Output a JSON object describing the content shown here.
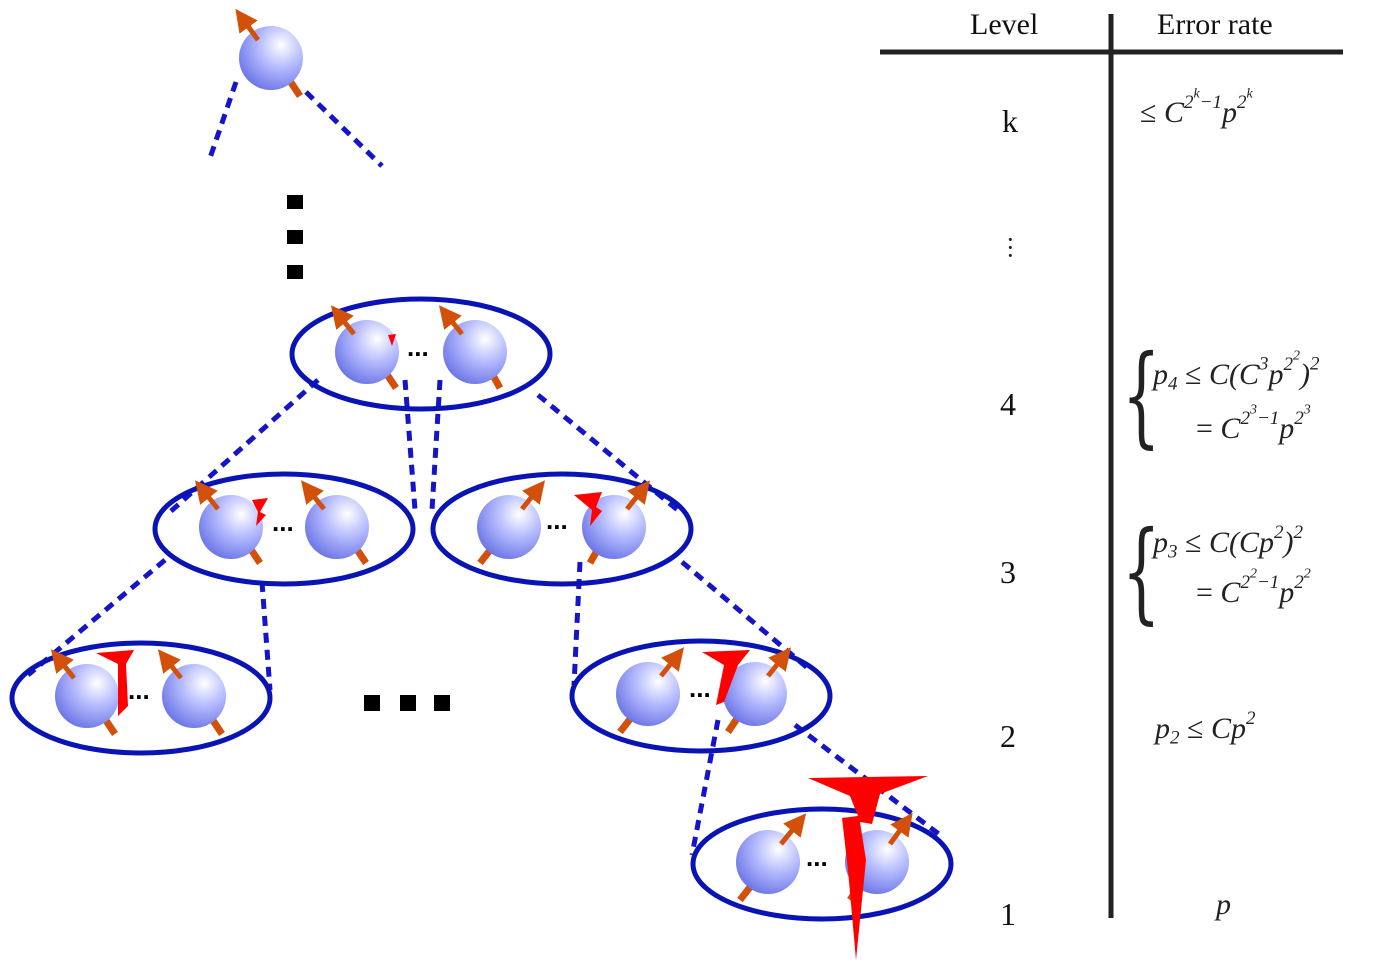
{
  "table": {
    "col_level": "Level",
    "col_error": "Error rate",
    "levels": [
      "k",
      "⋮",
      "4",
      "3",
      "2",
      "1"
    ],
    "rows": {
      "k": "≤ C^(2^k−1) p^(2^k)",
      "four_line1": "p4 ≤ C(C^3 p^(2^2))^2",
      "four_line2": "= C^(2^3−1) p^(2^3)",
      "three_line1": "p3 ≤ C(Cp^2)^2",
      "three_line2": "= C^(2^2−1) p^(2^2)",
      "two": "p2 ≤ Cp^2",
      "one": "p"
    }
  },
  "diagram": {
    "ellipsis": "...",
    "colors": {
      "ellipse": "#0a14b4",
      "dashed": "#1414c8",
      "arrow": "#d2500a",
      "error": "#ff0000",
      "sphere": "#9aa2f0"
    }
  }
}
